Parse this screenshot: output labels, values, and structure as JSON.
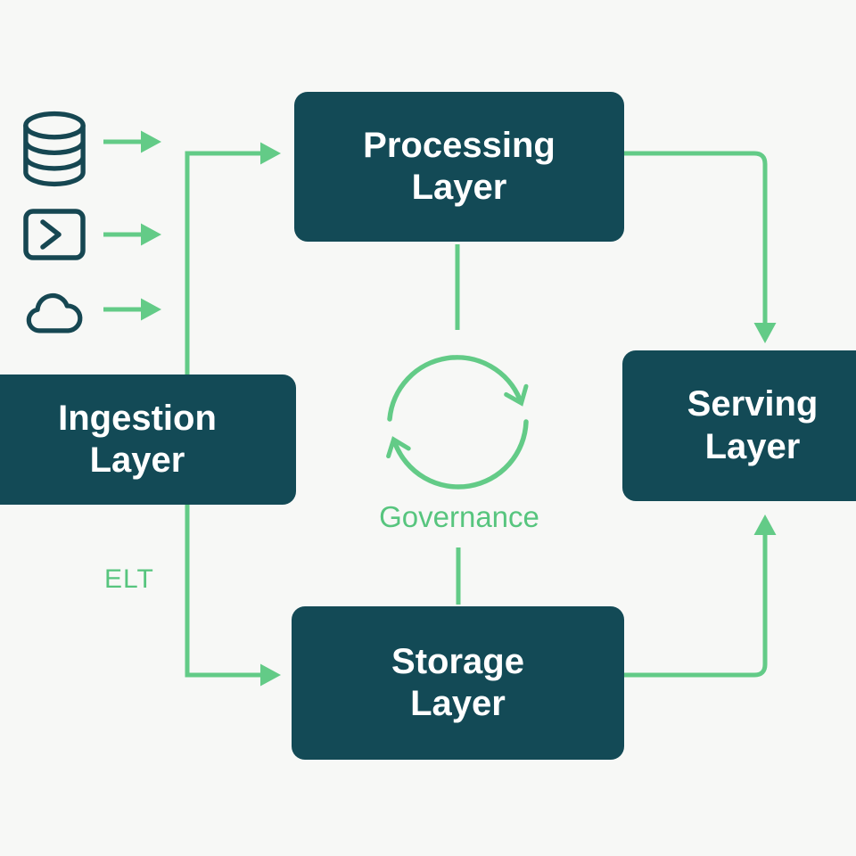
{
  "diagram": {
    "type": "architecture-flow",
    "colors": {
      "background": "#f7f8f6",
      "node_fill": "#134a56",
      "node_text": "#ffffff",
      "arrow_green": "#63cb87",
      "label_green": "#57c57e",
      "icon_stroke": "#164752"
    },
    "nodes": {
      "ingestion": {
        "line1": "Ingestion",
        "line2": "Layer"
      },
      "processing": {
        "line1": "Processing",
        "line2": "Layer"
      },
      "storage": {
        "line1": "Storage",
        "line2": "Layer"
      },
      "serving": {
        "line1": "Serving",
        "line2": "Layer"
      }
    },
    "labels": {
      "governance": "Governance",
      "elt": "ELT"
    },
    "sources": [
      {
        "icon": "database-icon"
      },
      {
        "icon": "terminal-icon"
      },
      {
        "icon": "cloud-icon"
      }
    ],
    "edges": [
      {
        "from": "database-source",
        "to": "ingestion-trunk",
        "style": "arrow"
      },
      {
        "from": "terminal-source",
        "to": "ingestion-trunk",
        "style": "arrow"
      },
      {
        "from": "cloud-source",
        "to": "ingestion-trunk",
        "style": "arrow"
      },
      {
        "from": "ingestion",
        "to": "processing",
        "style": "arrow"
      },
      {
        "from": "ingestion",
        "to": "storage",
        "style": "arrow",
        "label": "ELT"
      },
      {
        "from": "processing",
        "to": "governance",
        "style": "line"
      },
      {
        "from": "governance",
        "to": "storage",
        "style": "line"
      },
      {
        "from": "processing",
        "to": "serving",
        "style": "arrow"
      },
      {
        "from": "storage",
        "to": "serving",
        "style": "arrow"
      }
    ]
  }
}
